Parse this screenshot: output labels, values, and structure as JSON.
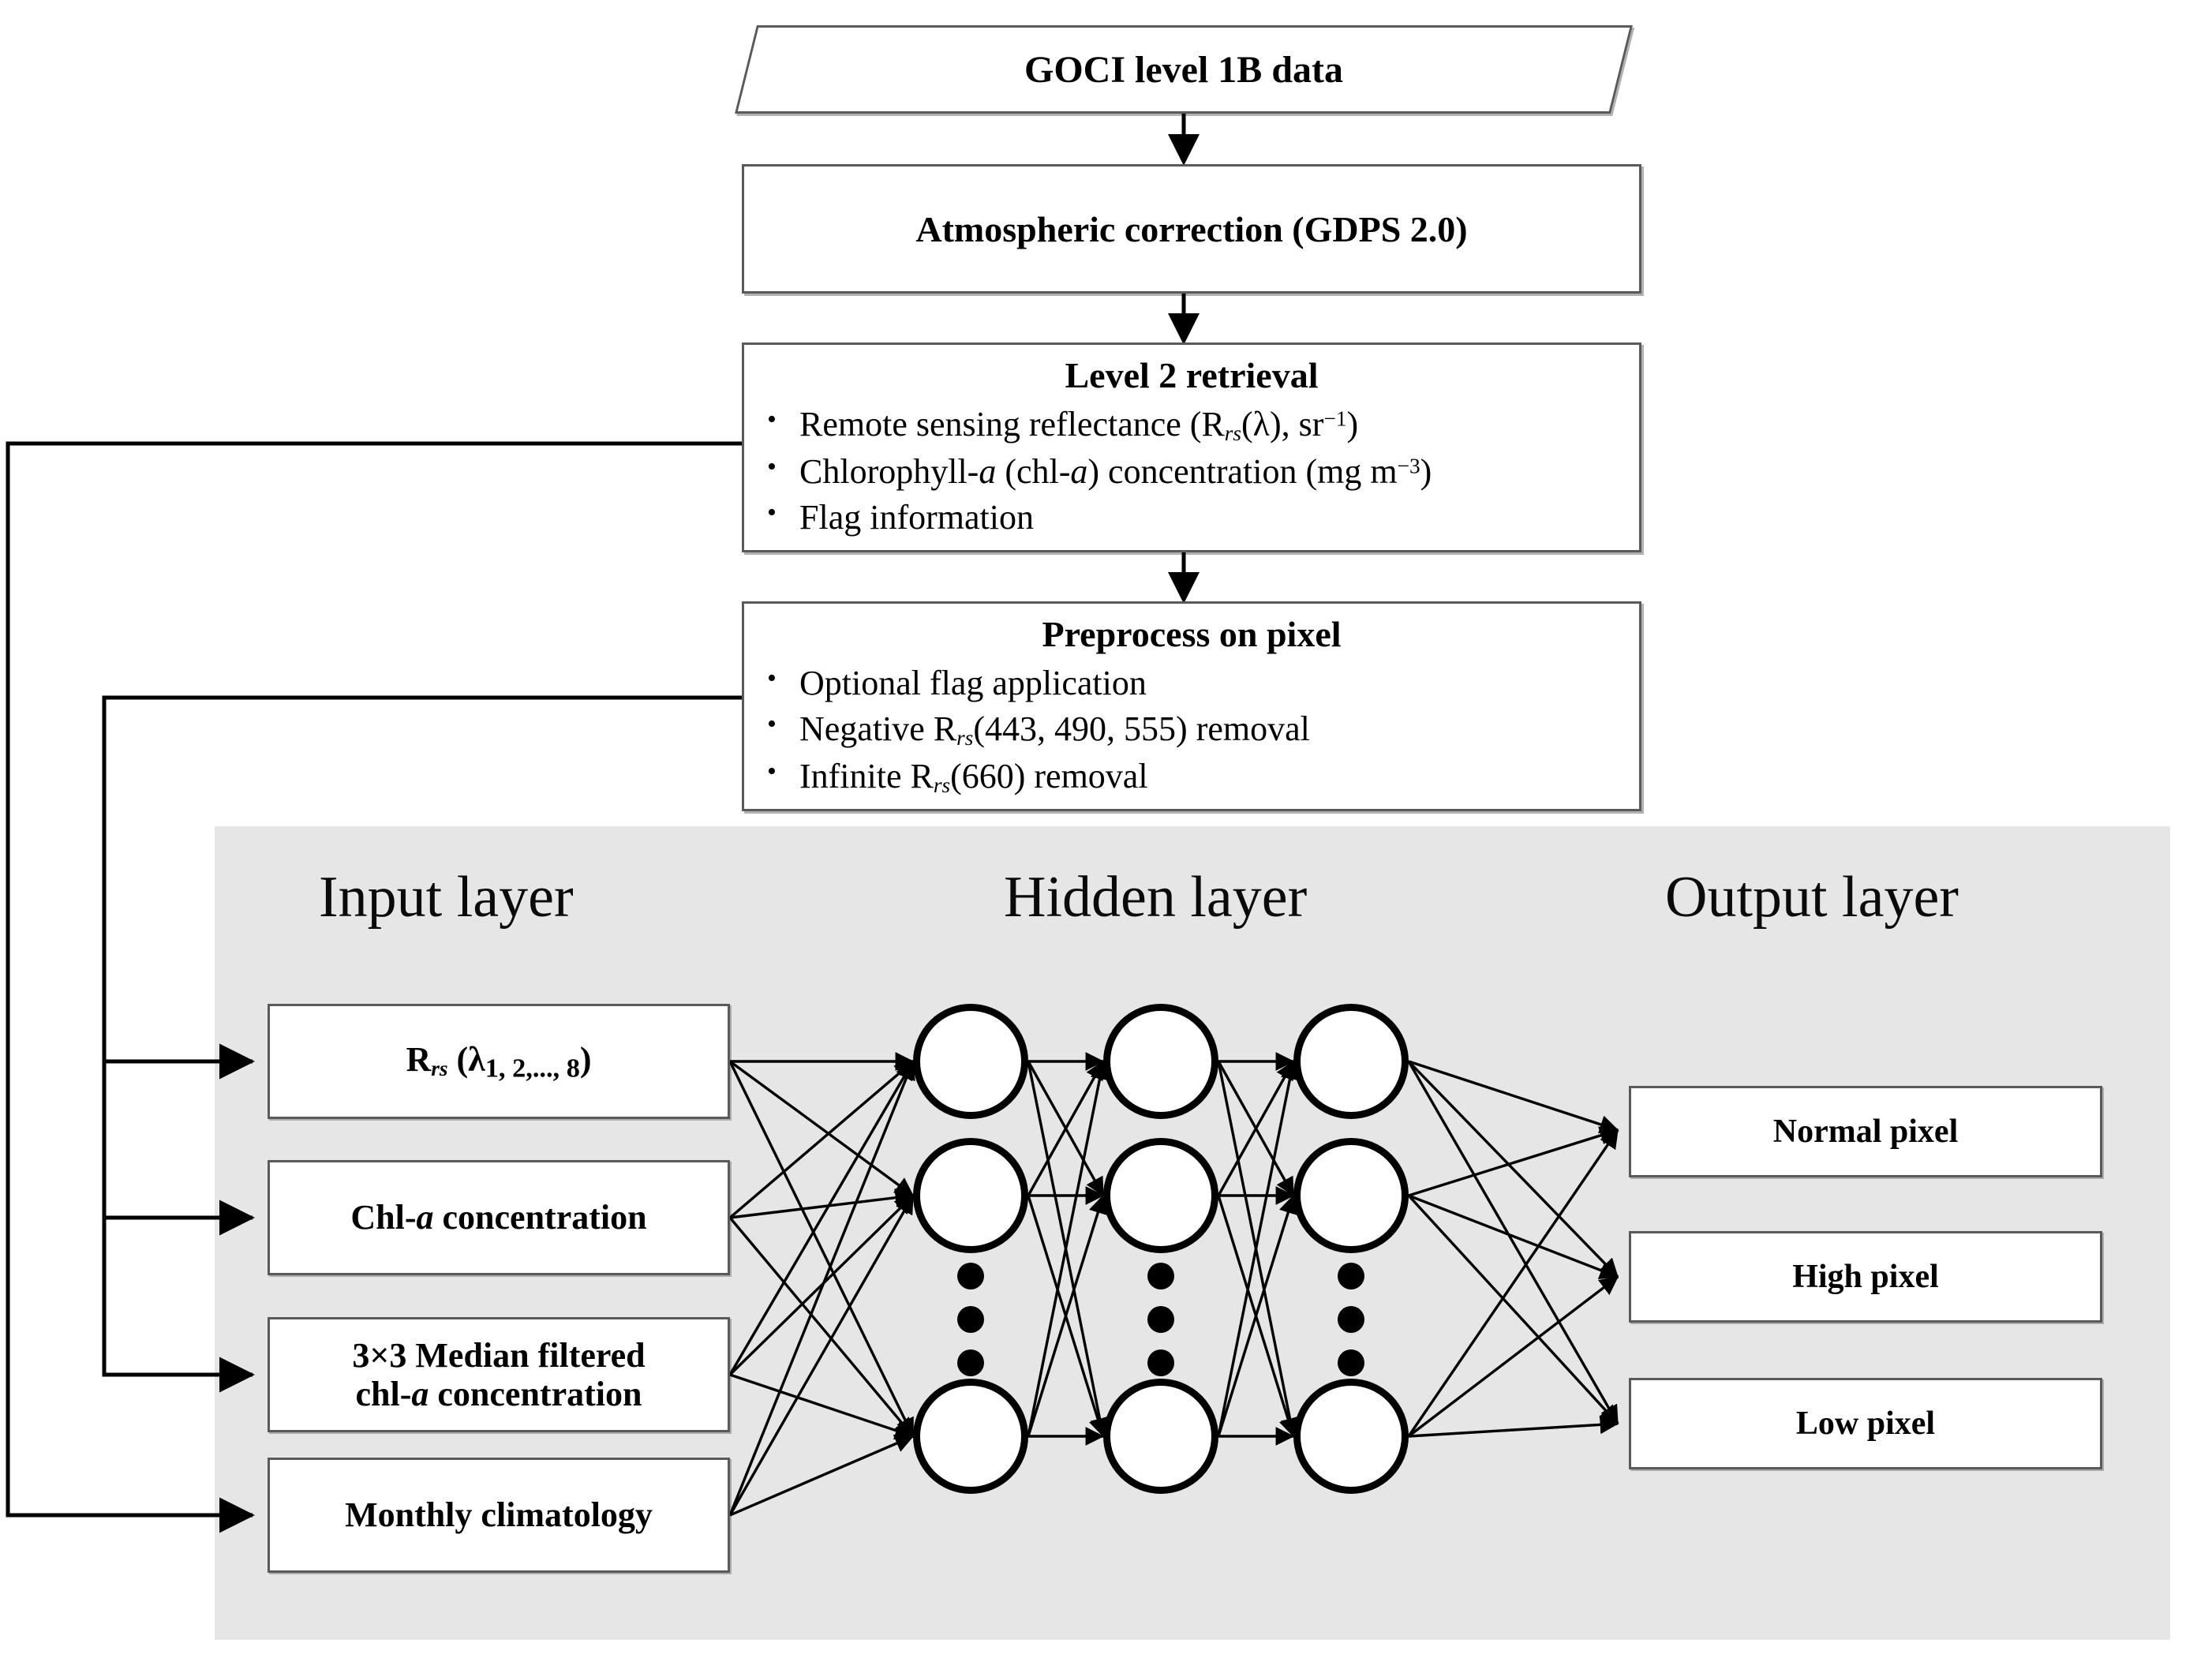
{
  "diagram": {
    "title_flow": "GOCI chl-a neural network pixel classification flowchart",
    "colors": {
      "panel_bg": "#e6e6e6",
      "box_border": "#5a5a5a",
      "line": "#000000",
      "text": "#000000"
    }
  },
  "flow": {
    "input_data": "GOCI level 1B data",
    "atmospheric_correction": "Atmospheric correction (GDPS 2.0)",
    "level2": {
      "title": "Level 2 retrieval",
      "bullet_char": "•",
      "items": [
        {
          "pre": "Remote sensing reflectance (R",
          "sub": "rs",
          "mid": "(λ), sr",
          "sup": "−1",
          "post": ")"
        },
        {
          "pre": "Chlorophyll-",
          "ital": "a",
          "mid2": " (chl-",
          "ital2": "a",
          "mid": ") concentration (mg m",
          "sup": "−3",
          "post": ")"
        },
        {
          "plain": "Flag information"
        }
      ]
    },
    "preprocess": {
      "title": "Preprocess on pixel",
      "bullet_char": "•",
      "items": [
        {
          "plain": "Optional flag application"
        },
        {
          "pre": "Negative R",
          "sub": "rs",
          "mid": "(443, 490, 555) removal"
        },
        {
          "pre": "Infinite R",
          "sub": "rs",
          "mid": "(660) removal"
        }
      ]
    }
  },
  "network": {
    "layer_titles": {
      "input": "Input layer",
      "hidden": "Hidden layer",
      "output": "Output layer"
    },
    "input_nodes": [
      {
        "kind": "rrs",
        "pre": "R",
        "sub": "rs",
        "mid": "  (λ",
        "sub2": "1, 2,..., 8",
        "post": ")"
      },
      {
        "kind": "plain",
        "pre": "Chl-",
        "ital": "a",
        "post": " concentration"
      },
      {
        "kind": "two_line",
        "line1_pre": "3×3 Median filtered",
        "line2_pre": "chl-",
        "line2_ital": "a",
        "line2_post": " concentration"
      },
      {
        "kind": "plain_simple",
        "text": "Monthly climatology"
      }
    ],
    "output_nodes": [
      "Normal pixel",
      "High pixel",
      "Low pixel"
    ],
    "hidden_columns": 3,
    "hidden_visible_nodes_per_column": 3,
    "hidden_ellipsis_dots_per_column": 3
  }
}
